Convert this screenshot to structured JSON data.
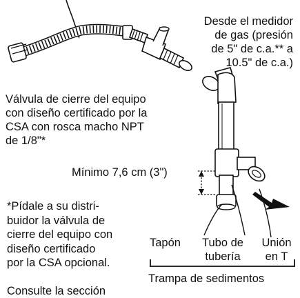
{
  "labels": {
    "gas_meter": "Desde el medidor\nde gas (presión\nde 5\" de c.a.** a\n10.5\" de c.a.)",
    "shutoff_valve": "Válvula de cierre del equipo\ncon diseño certificado por la\nCSA con rosca macho NPT\nde 1/8\"*",
    "minimum": "Mínimo 7,6 cm (3\")",
    "footnote": "*Pídale a su distri-\nbuidor la válvula de\ncierre del equipo con\ndiseño certificado\npor la CSA opcional.",
    "footnote_cut": "Consulte la sección",
    "cap": "Tapón",
    "pipe": "Tubo de\ntubería",
    "tee": "Unión\nen T",
    "sediment_trap": "Trampa de sedimentos"
  }
}
